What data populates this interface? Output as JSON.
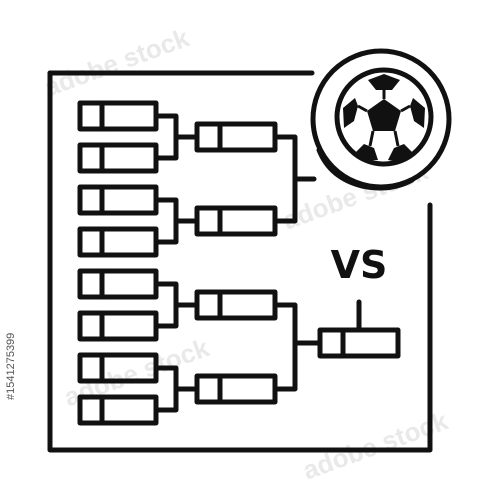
{
  "watermark": "adobe stock",
  "stock_id": "#1541275399",
  "vs_label": "VS",
  "stroke_color": "#111111",
  "ball_icon": "soccer-ball-icon"
}
